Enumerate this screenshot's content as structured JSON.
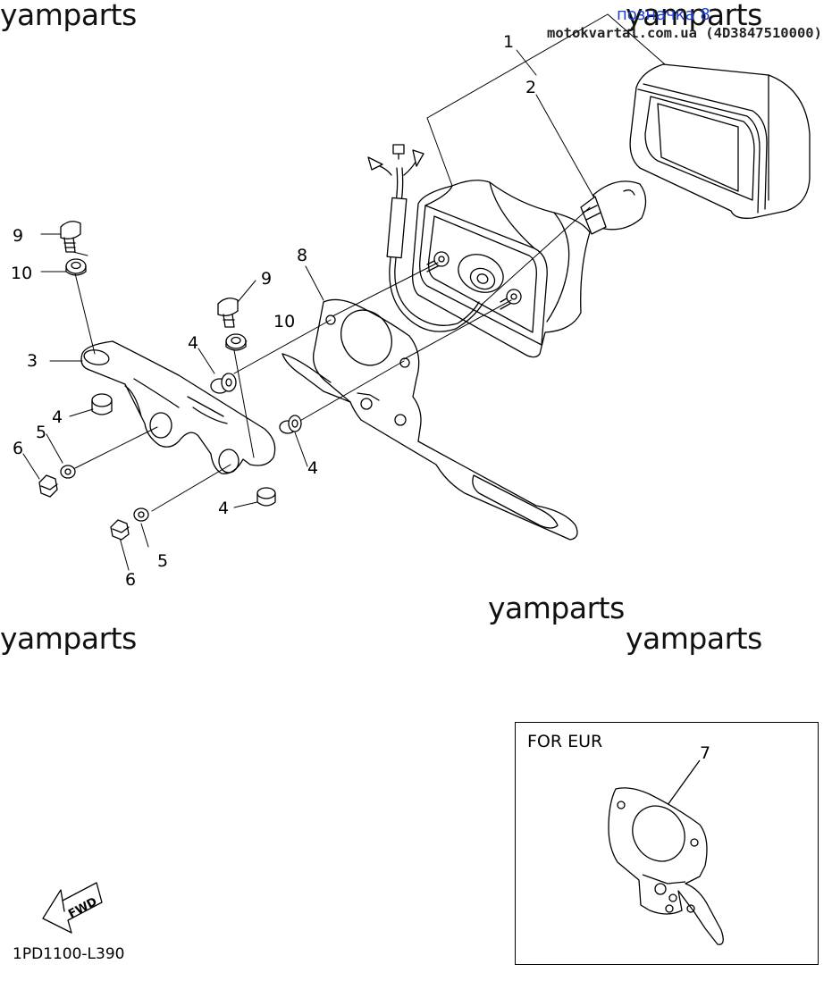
{
  "watermarks": [
    "yamparts",
    "yamparts",
    "yamparts",
    "yamparts",
    "yamparts"
  ],
  "header": {
    "link_text": "позначка 8",
    "source_line": "motokvartal.com.ua (4D3847510000)"
  },
  "callouts": {
    "c1": "1",
    "c2": "2",
    "c3": "3",
    "c4a": "4",
    "c4b": "4",
    "c4c": "4",
    "c4d": "4",
    "c5a": "5",
    "c5b": "5",
    "c6a": "6",
    "c6b": "6",
    "c7": "7",
    "c8": "8",
    "c9a": "9",
    "c9b": "9",
    "c10a": "10",
    "c10b": "10"
  },
  "eur_box": {
    "label": "FOR EUR"
  },
  "fwd_label": "FWD",
  "diagram_code": "1PD1100-L390"
}
